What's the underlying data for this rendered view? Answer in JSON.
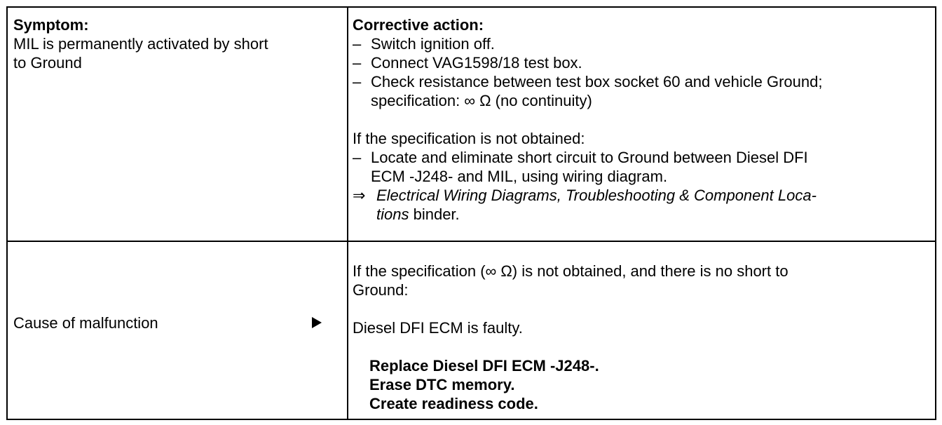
{
  "symptom": {
    "heading": "Symptom:",
    "line1": "MIL is permanently activated by short",
    "line2": "to Ground"
  },
  "corrective": {
    "heading": "Corrective action:",
    "steps": [
      "Switch ignition off.",
      "Connect VAG1598/18 test box.",
      "Check resistance between test box socket 60 and vehicle Ground;"
    ],
    "step3_cont": "specification:  ∞ Ω (no continuity)",
    "not_obtained": "If the specification is not obtained:",
    "locate_line1": "Locate and eliminate short circuit to Ground between Diesel DFI",
    "locate_line2": "ECM -J248- and MIL, using wiring diagram.",
    "arrow_symbol": "⇒",
    "bullet_symbol": "–",
    "ref_italic1": "Electrical Wiring Diagrams, Troubleshooting & Component Loca-",
    "ref_italic2": "tions",
    "ref_tail": " binder."
  },
  "cause": {
    "label": "Cause of malfunction",
    "spec_line1": "If the specification (∞ Ω) is not obtained, and there is no short to",
    "spec_line2": "Ground:",
    "faulty": "Diesel DFI ECM is faulty.",
    "actions": [
      "Replace Diesel DFI ECM -J248-.",
      "Erase DTC memory.",
      "Create readiness code."
    ]
  }
}
